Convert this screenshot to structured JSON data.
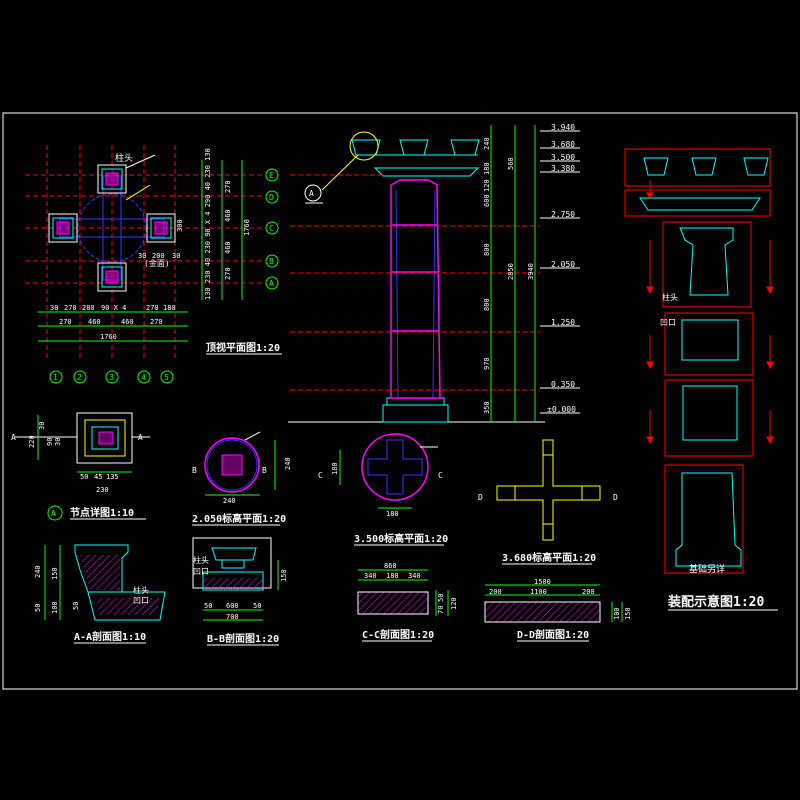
{
  "colors": {
    "background": "#000000",
    "frame": "#ffffff",
    "dimension": "#00ff00",
    "grid": "#ff0000",
    "outline": "#00ffff",
    "column": "#ff00ff",
    "hatch": "#ff00ff",
    "label": "#ffffff",
    "highlight": "#ffff00"
  },
  "plan": {
    "title": "顶视平面图1:20",
    "label_top": "柱头",
    "label_note": "(金面)",
    "axis_numbers": [
      "1",
      "2",
      "3",
      "4",
      "5"
    ],
    "axis_letters": [
      "E",
      "D",
      "C",
      "B",
      "A"
    ],
    "dims_top_row": [
      "30",
      "270",
      "280",
      "90 X 4",
      "270",
      "180"
    ],
    "dims_mid_row": [
      "270",
      "460",
      "460",
      "270"
    ],
    "dims_total": "1760",
    "dims_right_a": [
      "130",
      "230",
      "40",
      "230",
      "90 X 4",
      "290",
      "40",
      "230",
      "130"
    ],
    "dims_right_b": [
      "270",
      "460",
      "460",
      "270"
    ],
    "dims_right_total": "1760",
    "inner_dims": [
      "30",
      "200",
      "30",
      "300"
    ]
  },
  "elevation": {
    "callout": "A",
    "levels": [
      "3.940",
      "3.680",
      "3.500",
      "3.380",
      "2.750",
      "2.050",
      "1.250",
      "0.350",
      "±0.000"
    ],
    "dims_left": [
      "240",
      "180",
      "120",
      "600",
      "800",
      "800",
      "970",
      "350"
    ],
    "dims_mid": [
      "560",
      "2850"
    ],
    "dims_right": "3940"
  },
  "assembly": {
    "title": "装配示意图1:20",
    "label_head": "柱头",
    "label_recess": "凹口",
    "label_base": "基础另详"
  },
  "detail_node": {
    "title": "节点详图1:10",
    "callout": "A",
    "section_mark": "A",
    "dims_left": [
      "220",
      "30",
      "90",
      "30"
    ],
    "dims_bottom": [
      "50",
      "45",
      "135"
    ],
    "dims_total": "230"
  },
  "plan_2050": {
    "title": "2.050标高平面1:20",
    "marks": [
      "B",
      "B"
    ],
    "dim_bottom": "240",
    "dim_right": "240"
  },
  "plan_3500": {
    "title": "3.500标高平面1:20",
    "marks": [
      "C",
      "C"
    ],
    "dim_bottom": "180",
    "dim_left": "180"
  },
  "plan_3680": {
    "title": "3.680标高平面1:20",
    "marks": [
      "D",
      "D"
    ]
  },
  "section_aa": {
    "title": "A-A剖面图1:10",
    "label_head": "柱头",
    "label_recess": "凹口",
    "dims_left": [
      "240",
      "150",
      "100",
      "50"
    ],
    "dim_inner": "50"
  },
  "section_bb": {
    "title": "B-B剖面图1:20",
    "label_head": "柱头",
    "label_recess": "凹口",
    "dims_bottom": [
      "50",
      "600",
      "50"
    ],
    "dims_total": "700",
    "dim_right": "150"
  },
  "section_cc": {
    "title": "C-C剖面图1:20",
    "dims_top": [
      "340",
      "180",
      "340"
    ],
    "dims_total": "860",
    "dims_right": [
      "50",
      "70",
      "120"
    ]
  },
  "section_dd": {
    "title": "D-D剖面图1:20",
    "dims_top": [
      "200",
      "1100",
      "200"
    ],
    "dims_total": "1500",
    "dims_right": [
      "100",
      "150"
    ]
  }
}
